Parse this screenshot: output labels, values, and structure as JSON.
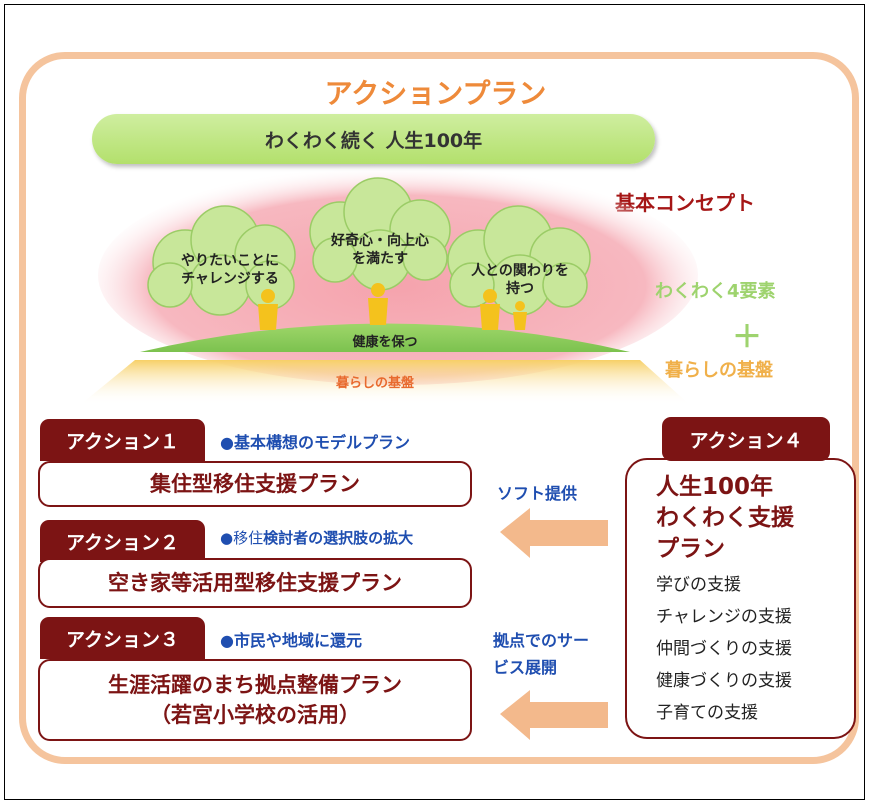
{
  "title": "アクションプラン",
  "banner": "わくわく続く 人生100年",
  "concept_label": "基本コンセプト",
  "clouds": [
    "やりたいことに\nチャレンジする",
    "好奇心・向上心\nを満たす",
    "人との関わりを\n持つ"
  ],
  "hill_text": "健康を保つ",
  "base_text": "暮らしの基盤",
  "right_labels": {
    "four_elements": "わくわく4要素",
    "plus": "＋",
    "foundation": "暮らしの基盤"
  },
  "actions": [
    {
      "tab": "アクション１",
      "note": "●基本構想のモデルプラン",
      "plan": "集住型移住支援プラン"
    },
    {
      "tab": "アクション２",
      "note_bullet": "●",
      "note_light": "移住",
      "note_bold": "検討者の選択肢の拡大",
      "plan": "空き家等活用型移住支援プラン"
    },
    {
      "tab": "アクション３",
      "note": "●市民や地域に還元",
      "plan_line1": "生涯活躍のまち拠点整備プラン",
      "plan_line2": "（若宮小学校の活用）"
    }
  ],
  "action4": {
    "tab": "アクション４",
    "title_lines": [
      "人生100年",
      "わくわく支援",
      "プラン"
    ],
    "items": [
      "学びの支援",
      "チャレンジの支援",
      "仲間づくりの支援",
      "健康づくりの支援",
      "子育ての支援"
    ]
  },
  "arrows": {
    "soft": "ソフト提供",
    "service_line1": "拠点でのサー",
    "service_line2": "ビス展開"
  },
  "colors": {
    "accent_orange": "#ee8a3a",
    "dark_red": "#7c1414",
    "blue": "#1f4eb0",
    "green": "#9ed36e",
    "arrow": "#f3b98c"
  }
}
